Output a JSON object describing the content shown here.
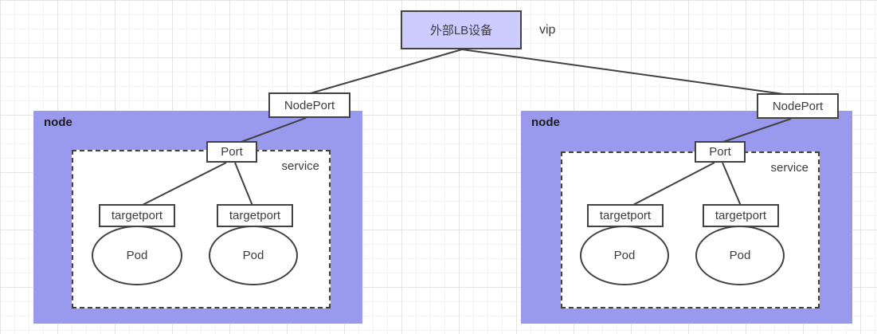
{
  "colors": {
    "node_fill": "#9999ee",
    "lb_fill": "#ccccff",
    "shape_border": "#424242",
    "grid_line": "#e4e4e4"
  },
  "lb": {
    "label": "外部LB设备",
    "vip_label": "vip"
  },
  "nodes": [
    {
      "label": "node",
      "nodeport_label": "NodePort",
      "port_label": "Port",
      "service_label": "service",
      "targetports": [
        "targetport",
        "targetport"
      ],
      "pods": [
        "Pod",
        "Pod"
      ]
    },
    {
      "label": "node",
      "nodeport_label": "NodePort",
      "port_label": "Port",
      "service_label": "service",
      "targetports": [
        "targetport",
        "targetport"
      ],
      "pods": [
        "Pod",
        "Pod"
      ]
    }
  ]
}
